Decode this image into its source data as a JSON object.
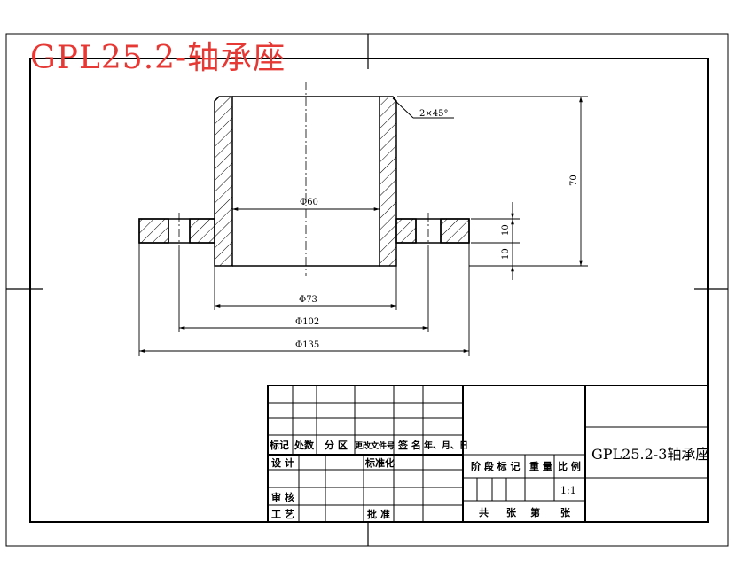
{
  "overlay_title": "GPL25.2-轴承座",
  "drawing": {
    "chamfer_note": "2×45°",
    "dims": {
      "bore": "Φ60",
      "height": "70",
      "flange_top": "10",
      "flange_bottom": "10",
      "hub_od": "Φ73",
      "bolt_circle": "Φ102",
      "flange_od": "Φ135"
    }
  },
  "title_block": {
    "headers": [
      "标记",
      "处数",
      "分 区",
      "更改文件号",
      "签 名",
      "年、月、日"
    ],
    "design": "设 计",
    "standardize": "标准化",
    "review": "审 核",
    "process": "工 艺",
    "approve": "批 准",
    "stage_mark": "阶 段 标 记",
    "weight": "重 量",
    "scale_label": "比 例",
    "scale_value": "1:1",
    "sheets_total": "共",
    "sheets_unit1": "张",
    "sheet_current": "第",
    "sheets_unit2": "张",
    "part_name": "GPL25.2-3轴承座"
  }
}
